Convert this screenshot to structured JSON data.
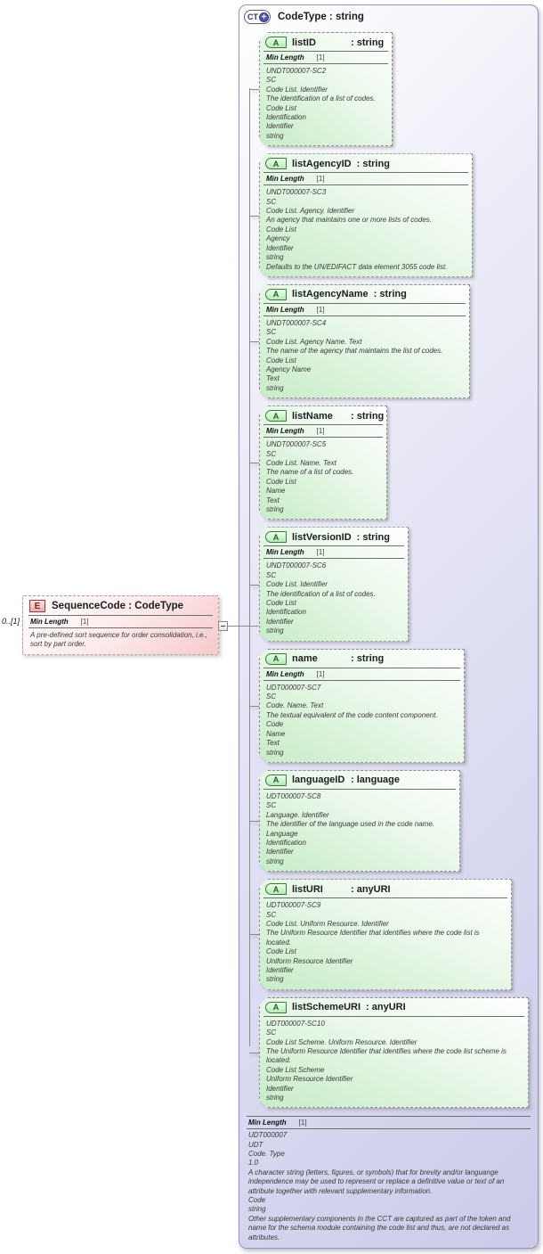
{
  "diagram": {
    "colors": {
      "complex_type_fill": "#cbcbe9",
      "attribute_fill": "#c7ecc7",
      "attribute_icon_fill": "#b9e8b9",
      "element_fill": "#f6caca",
      "connector": "#8a8a8a",
      "plus_badge": "#5353b4"
    },
    "element": {
      "icon": "E",
      "cardinality": "0..[1]",
      "title": "SequenceCode : CodeType",
      "facet": {
        "name": "Min Length",
        "value": "[1]"
      },
      "annotation": "A pre-defined sort sequence for order consolidation, i.e., sort by part order."
    },
    "complex_type": {
      "icon": "CT",
      "plus_icon": "+",
      "title": "CodeType : string",
      "facet": {
        "name": "Min Length",
        "value": "[1]"
      },
      "annotations": [
        "UDT000007",
        "UDT",
        "Code. Type",
        "1.0",
        "A character string (letters, figures, or symbols) that for brevity and/or languange independence may be used to represent or replace a definitive value or text of an attribute together with relevant supplementary information.",
        "Code",
        "string",
        "Other supplementary components in the CCT are captured as part of the token and name for the schema module containing the code list and thus, are not declared as attributes."
      ],
      "attributes": [
        {
          "icon": "A",
          "name": "listID",
          "type": ": string",
          "facet": {
            "name": "Min Length",
            "value": "[1]"
          },
          "annotations": [
            "UNDT000007-SC2",
            "SC",
            "Code List. Identifier",
            "The identification of a list of codes.",
            "Code List",
            "Identification",
            "Identifier",
            "string"
          ]
        },
        {
          "icon": "A",
          "name": "listAgencyID",
          "type": ": string",
          "facet": {
            "name": "Min Length",
            "value": "[1]"
          },
          "annotations": [
            "UNDT000007-SC3",
            "SC",
            "Code List. Agency. Identifier",
            "An agency that maintains one or more lists of codes.",
            "Code List",
            "Agency",
            "Identifier",
            "string",
            "Defaults to the UN/EDIFACT data element 3055 code list."
          ]
        },
        {
          "icon": "A",
          "name": "listAgencyName",
          "type": ": string",
          "facet": {
            "name": "Min Length",
            "value": "[1]"
          },
          "annotations": [
            "UNDT000007-SC4",
            "SC",
            "Code List. Agency Name. Text",
            "The name of the agency that maintains the list of codes.",
            "Code List",
            "Agency Name",
            "Text",
            "string"
          ]
        },
        {
          "icon": "A",
          "name": "listName",
          "type": ": string",
          "facet": {
            "name": "Min Length",
            "value": "[1]"
          },
          "annotations": [
            "UNDT000007-SC5",
            "SC",
            "Code List. Name. Text",
            "The name of a list of codes.",
            "Code List",
            "Name",
            "Text",
            "string"
          ]
        },
        {
          "icon": "A",
          "name": "listVersionID",
          "type": ": string",
          "facet": {
            "name": "Min Length",
            "value": "[1]"
          },
          "annotations": [
            "UNDT000007-SC6",
            "SC",
            "Code List. Identifier",
            "The identification of a list of codes.",
            "Code List",
            "Identification",
            "Identifier",
            "string"
          ]
        },
        {
          "icon": "A",
          "name": "name",
          "type": ": string",
          "facet": {
            "name": "Min Length",
            "value": "[1]"
          },
          "annotations": [
            "UDT000007-SC7",
            "SC",
            "Code. Name. Text",
            "The textual equivalent of the code content component.",
            "Code",
            "Name",
            "Text",
            "string"
          ]
        },
        {
          "icon": "A",
          "name": "languageID",
          "type": ": language",
          "facet": null,
          "annotations": [
            "UDT000007-SC8",
            "SC",
            "Language. Identifier",
            "The identifier of the language used in the code name.",
            "Language",
            "Identification",
            "Identifier",
            "string"
          ]
        },
        {
          "icon": "A",
          "name": "listURI",
          "type": ": anyURI",
          "facet": null,
          "annotations": [
            "UDT000007-SC9",
            "SC",
            "Code List. Uniform Resource. Identifier",
            "The Uniform Resource Identifier that identifies where the code list is located.",
            "Code List",
            "Uniform Resource Identifier",
            "Identifier",
            "string"
          ]
        },
        {
          "icon": "A",
          "name": "listSchemeURI",
          "type": ": anyURI",
          "facet": null,
          "annotations": [
            "UDT000007-SC10",
            "SC",
            "Code List Scheme. Uniform Resource. Identifier",
            "The Uniform Resource Identifier that identifies where the code list scheme is located.",
            "Code List Scheme",
            "Uniform Resource Identifier",
            "Identifier",
            "string"
          ]
        }
      ]
    }
  }
}
